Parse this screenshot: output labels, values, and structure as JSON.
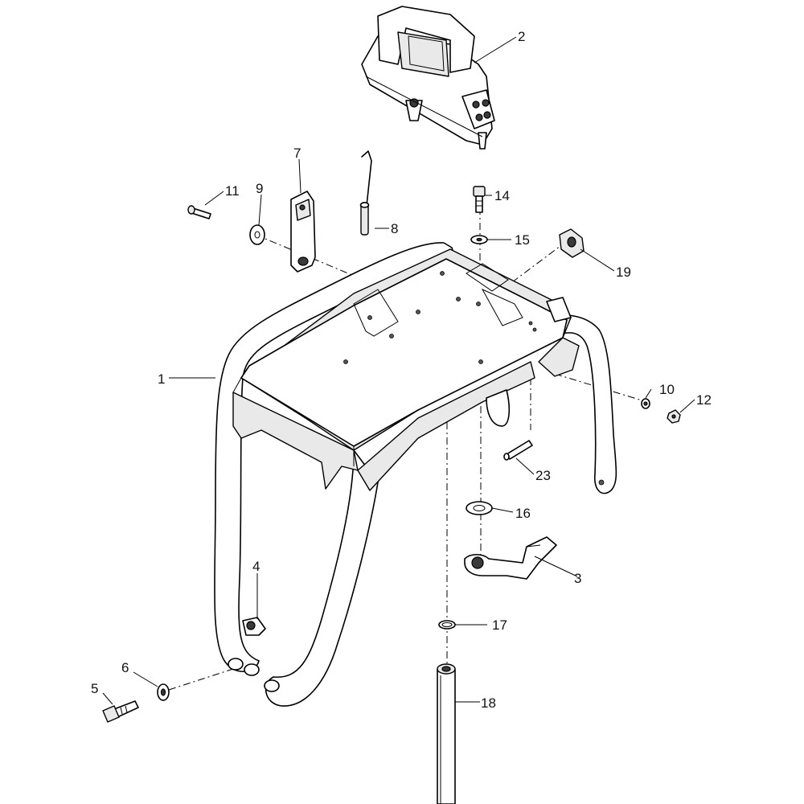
{
  "callouts": [
    {
      "id": "1",
      "label": "1"
    },
    {
      "id": "2",
      "label": "2"
    },
    {
      "id": "3",
      "label": "3"
    },
    {
      "id": "4",
      "label": "4"
    },
    {
      "id": "5",
      "label": "5"
    },
    {
      "id": "6",
      "label": "6"
    },
    {
      "id": "7",
      "label": "7"
    },
    {
      "id": "8",
      "label": "8"
    },
    {
      "id": "9",
      "label": "9"
    },
    {
      "id": "10",
      "label": "10"
    },
    {
      "id": "11",
      "label": "11"
    },
    {
      "id": "12",
      "label": "12"
    },
    {
      "id": "14",
      "label": "14"
    },
    {
      "id": "15",
      "label": "15"
    },
    {
      "id": "16",
      "label": "16"
    },
    {
      "id": "17",
      "label": "17"
    },
    {
      "id": "18",
      "label": "18"
    },
    {
      "id": "19",
      "label": "19"
    },
    {
      "id": "23",
      "label": "23"
    }
  ]
}
